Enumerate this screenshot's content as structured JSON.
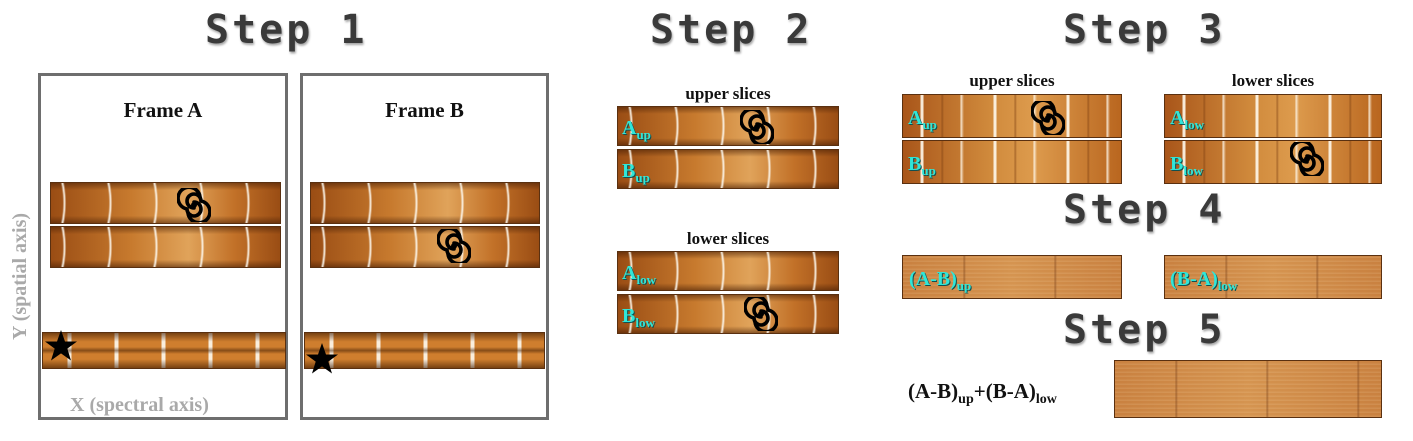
{
  "steps": {
    "step1": "Step 1",
    "step2": "Step 2",
    "step3": "Step 3",
    "step4": "Step 4",
    "step5": "Step 5"
  },
  "frames": {
    "a_label": "Frame A",
    "b_label": "Frame B"
  },
  "axes": {
    "y_label": "Y (spatial axis)",
    "x_label": "X (spectral axis)"
  },
  "sections": {
    "upper": "upper slices",
    "lower": "lower slices"
  },
  "chips": {
    "a": "A",
    "b": "B",
    "up": "up",
    "low": "low",
    "amb": "(A-B)",
    "bma": "(B-A)"
  },
  "formula": {
    "part1": "(A-B)",
    "sub1": "up",
    "plus": "+",
    "part2": "(B-A)",
    "sub2": "low"
  },
  "icons": [
    "galaxy-icon",
    "star-icon"
  ],
  "colors": {
    "chip_text": "#30e6d8",
    "frame_border": "#6e6e6e",
    "spectrum_orange": "#c77c32"
  }
}
